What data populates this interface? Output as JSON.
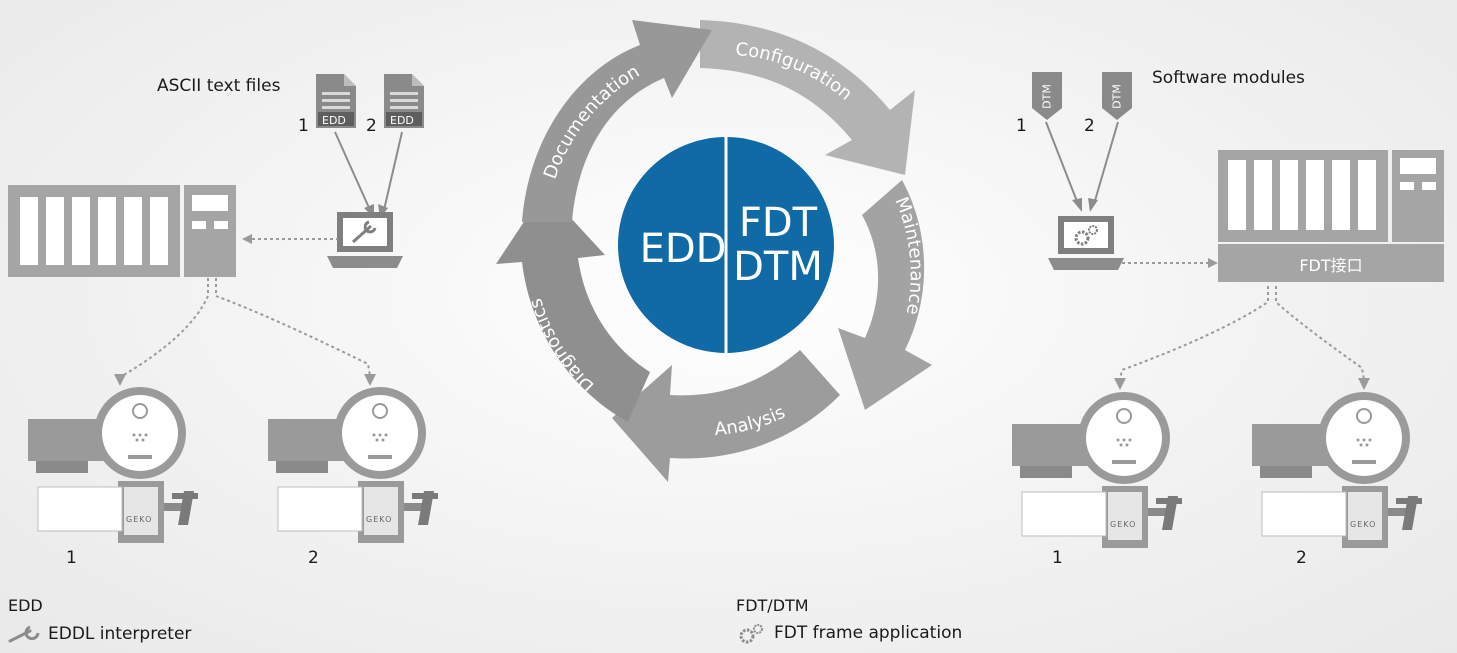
{
  "center": {
    "left": "EDD",
    "right_line1": "FDT",
    "right_line2": "DTM",
    "cycle": [
      "Configuration",
      "Maintenance",
      "Analysis",
      "Diagnostics",
      "Documentation"
    ]
  },
  "left": {
    "files_label": "ASCII text files",
    "file_tag": "EDD",
    "file_nums": [
      "1",
      "2"
    ],
    "device_nums": [
      "1",
      "2"
    ],
    "device_brand": "GEKO"
  },
  "right": {
    "modules_label": "Software modules",
    "module_tag": "DTM",
    "module_nums": [
      "1",
      "2"
    ],
    "interface_label": "FDT接口",
    "device_nums": [
      "1",
      "2"
    ],
    "device_brand": "GEKO"
  },
  "legend": {
    "edd_title": "EDD",
    "edd_item": "EDDL interpreter",
    "fdt_title": "FDT/DTM",
    "fdt_item": "FDT frame application",
    "wrench_icon": "wrench-icon",
    "gears_icon": "gears-icon"
  },
  "colors": {
    "blue": "#0f6aa6",
    "arrow_gray": "#a6a6a6",
    "dark_gray": "#8c8c8c",
    "device_gray": "#9a9a9a"
  }
}
